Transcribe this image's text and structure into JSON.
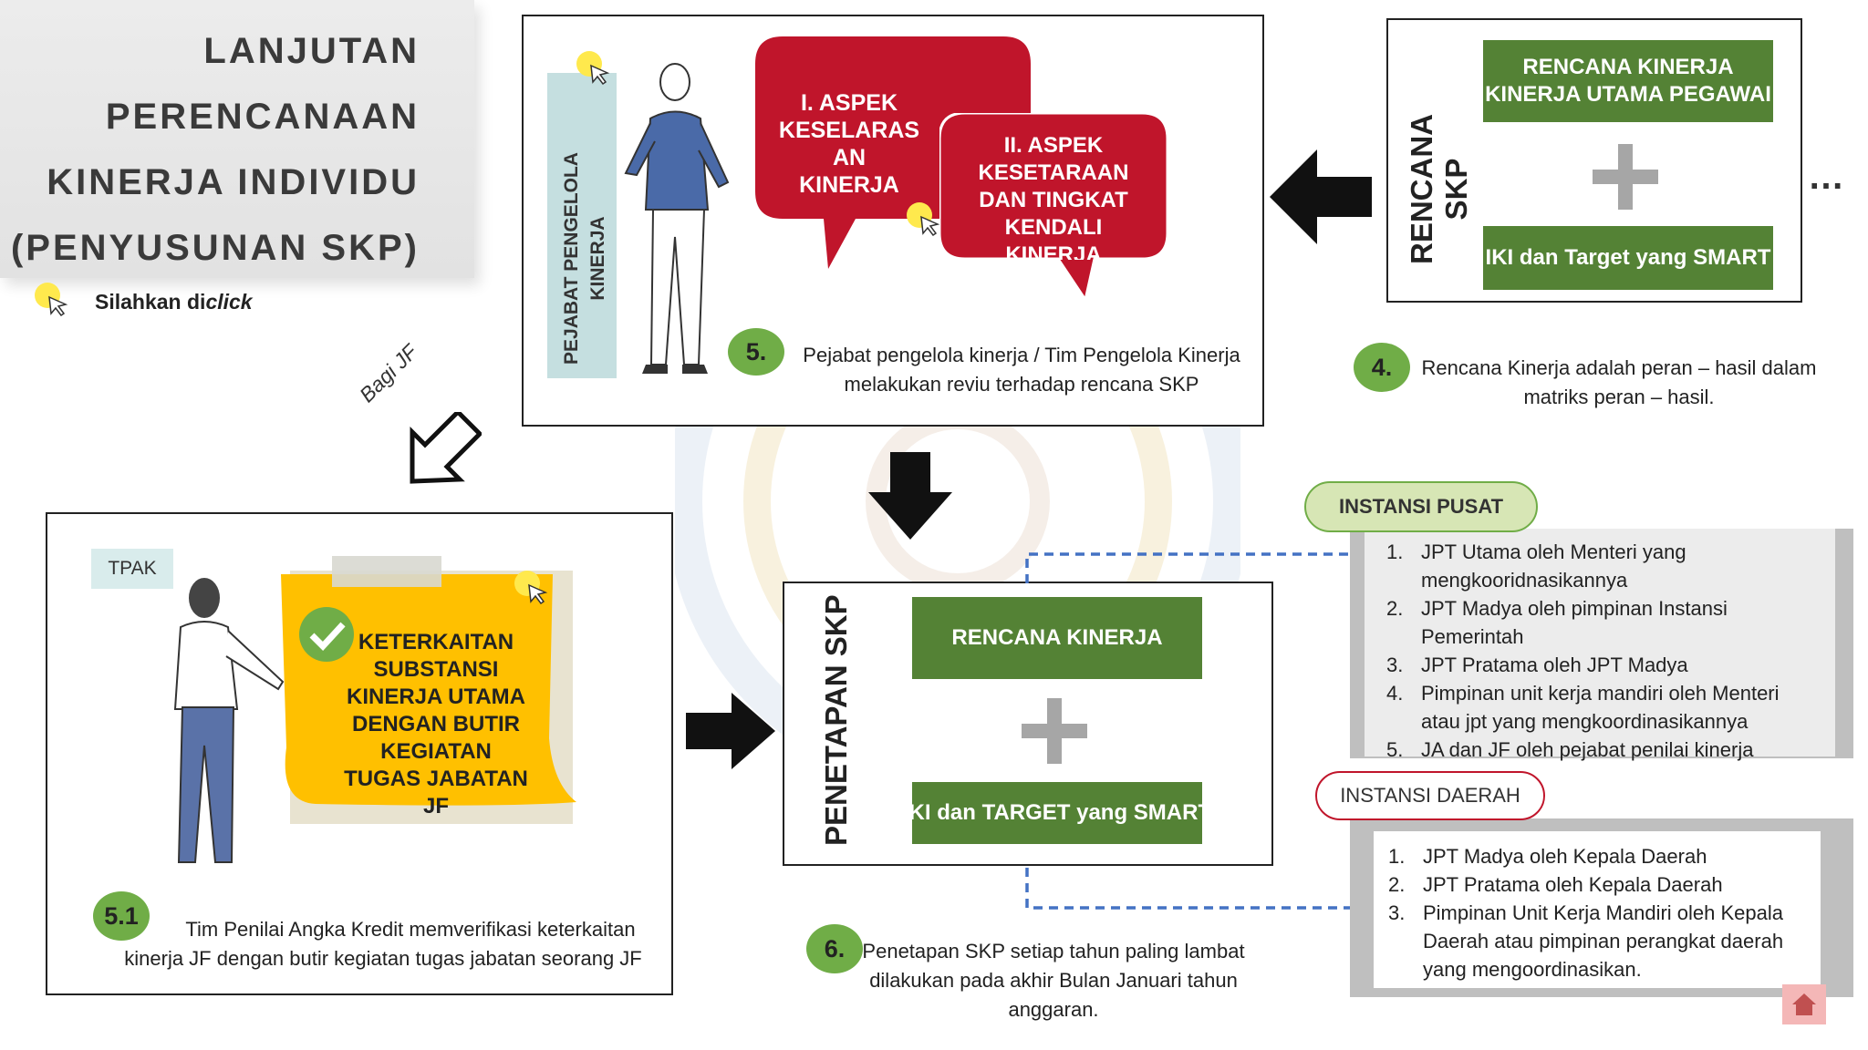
{
  "title": {
    "lines": [
      "LANJUTAN",
      "PERENCANAAN",
      "KINERJA INDIVIDU",
      "(PENYUSUNAN SKP)"
    ],
    "click_hint_prefix": "Silahkan di",
    "click_hint_emph": "click"
  },
  "bagi_jf": "Bagi JF",
  "step5": {
    "side_label_lines": [
      "PEJABAT PENGELOLA",
      "KINERJA"
    ],
    "bubble1": [
      "I. ASPEK",
      "KESELARAS",
      "AN",
      "KINERJA"
    ],
    "bubble2": [
      "II. ASPEK",
      "KESETARAAN",
      "DAN TINGKAT",
      "KENDALI",
      "KINERJA"
    ],
    "number": "5.",
    "caption_lines": [
      "Pejabat pengelola kinerja / Tim Pengelola  Kinerja",
      "melakukan reviu terhadap rencana SKP"
    ]
  },
  "step4": {
    "vertical_lines": [
      "RENCANA",
      "SKP"
    ],
    "bar1_lines": [
      "RENCANA KINERJA",
      "KINERJA UTAMA PEGAWAI"
    ],
    "bar2": "IKI dan Target yang SMART",
    "number": "4.",
    "caption_lines": [
      "Rencana Kinerja adalah peran – hasil dalam",
      "matriks peran – hasil."
    ],
    "more": "…"
  },
  "step51": {
    "tag": "TPAK",
    "note_lines": [
      "KETERKAITAN",
      "SUBSTANSI",
      "KINERJA UTAMA",
      "DENGAN BUTIR",
      "KEGIATAN",
      "TUGAS JABATAN",
      "JF"
    ],
    "number": "5.1",
    "caption_lines": [
      "Tim Penilai Angka Kredit memverifikasi keterkaitan",
      "kinerja JF dengan butir kegiatan tugas jabatan seorang JF"
    ]
  },
  "step6": {
    "vertical": "PENETAPAN SKP",
    "bar1": "RENCANA KINERJA",
    "bar2": "IKI dan TARGET yang SMART",
    "number": "6.",
    "caption_lines": [
      "Penetapan SKP setiap tahun paling lambat",
      "dilakukan pada akhir Bulan Januari tahun",
      "anggaran."
    ]
  },
  "pusat": {
    "label": "INSTANSI PUSAT",
    "items": [
      {
        "n": "1.",
        "lines": [
          "JPT Utama oleh Menteri yang",
          "mengkooridnasikannya"
        ]
      },
      {
        "n": "2.",
        "lines": [
          "JPT Madya oleh pimpinan Instansi",
          "Pemerintah"
        ]
      },
      {
        "n": "3.",
        "lines": [
          "JPT Pratama oleh JPT Madya"
        ]
      },
      {
        "n": "4.",
        "lines": [
          "Pimpinan unit kerja mandiri oleh Menteri",
          "atau jpt yang mengkoordinasikannya"
        ]
      },
      {
        "n": "5.",
        "lines": [
          "JA dan JF oleh pejabat penilai kinerja"
        ]
      }
    ]
  },
  "daerah": {
    "label": "INSTANSI DAERAH",
    "items": [
      {
        "n": "1.",
        "lines": [
          "JPT Madya  oleh Kepala Daerah"
        ]
      },
      {
        "n": "2.",
        "lines": [
          "JPT Pratama oleh Kepala Daerah"
        ]
      },
      {
        "n": "3.",
        "lines": [
          "Pimpinan Unit Kerja Mandiri oleh Kepala",
          "Daerah atau pimpinan perangkat daerah",
          "yang mengoordinasikan."
        ]
      }
    ]
  },
  "colors": {
    "green_dark": "#548235",
    "green_circle": "#70ad47",
    "red_bubble": "#c0152b",
    "note_yellow": "#ffc000",
    "pill_green": "#d7e6b5",
    "dashed_blue": "#4472c4"
  },
  "icons": [
    "click-cursor-icon",
    "arrow-left-icon",
    "arrow-down-icon",
    "arrow-right-icon",
    "outline-arrow-icon",
    "checkmark-icon",
    "home-icon"
  ]
}
